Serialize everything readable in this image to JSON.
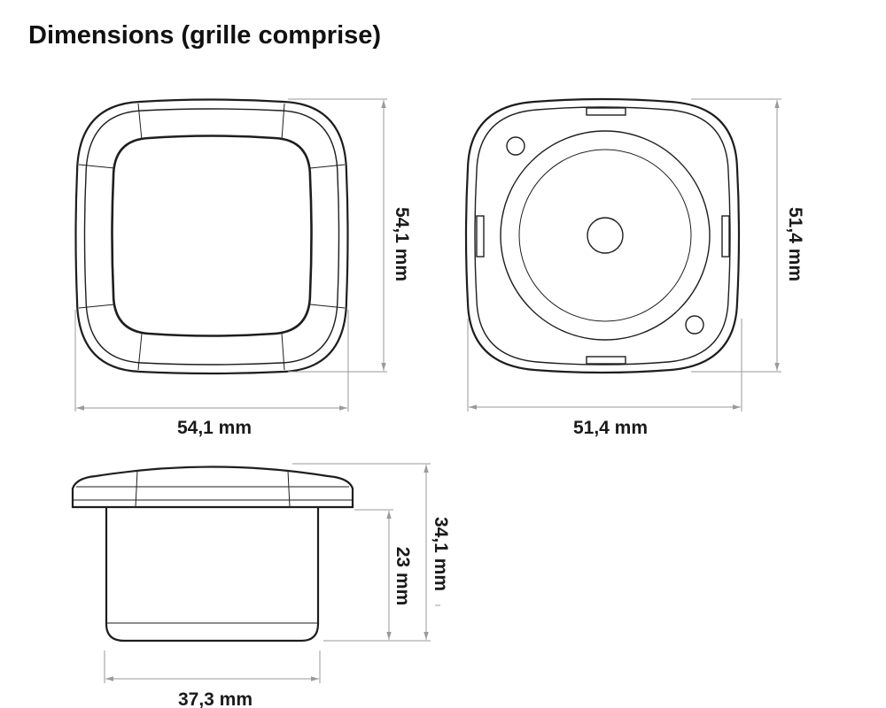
{
  "title": "Dimensions (grille comprise)",
  "views": {
    "front": {
      "width_label": "54,1 mm",
      "height_label": "54,1 mm"
    },
    "back": {
      "width_label": "51,4 mm",
      "height_label": "51,4 mm"
    },
    "side": {
      "width_label": "37,3 mm",
      "total_height_label": "34,1 mm",
      "body_height_label": "23 mm"
    }
  },
  "colors": {
    "line": "#1e1e1e",
    "dimension": "#9a9a9a",
    "text": "#111111"
  }
}
